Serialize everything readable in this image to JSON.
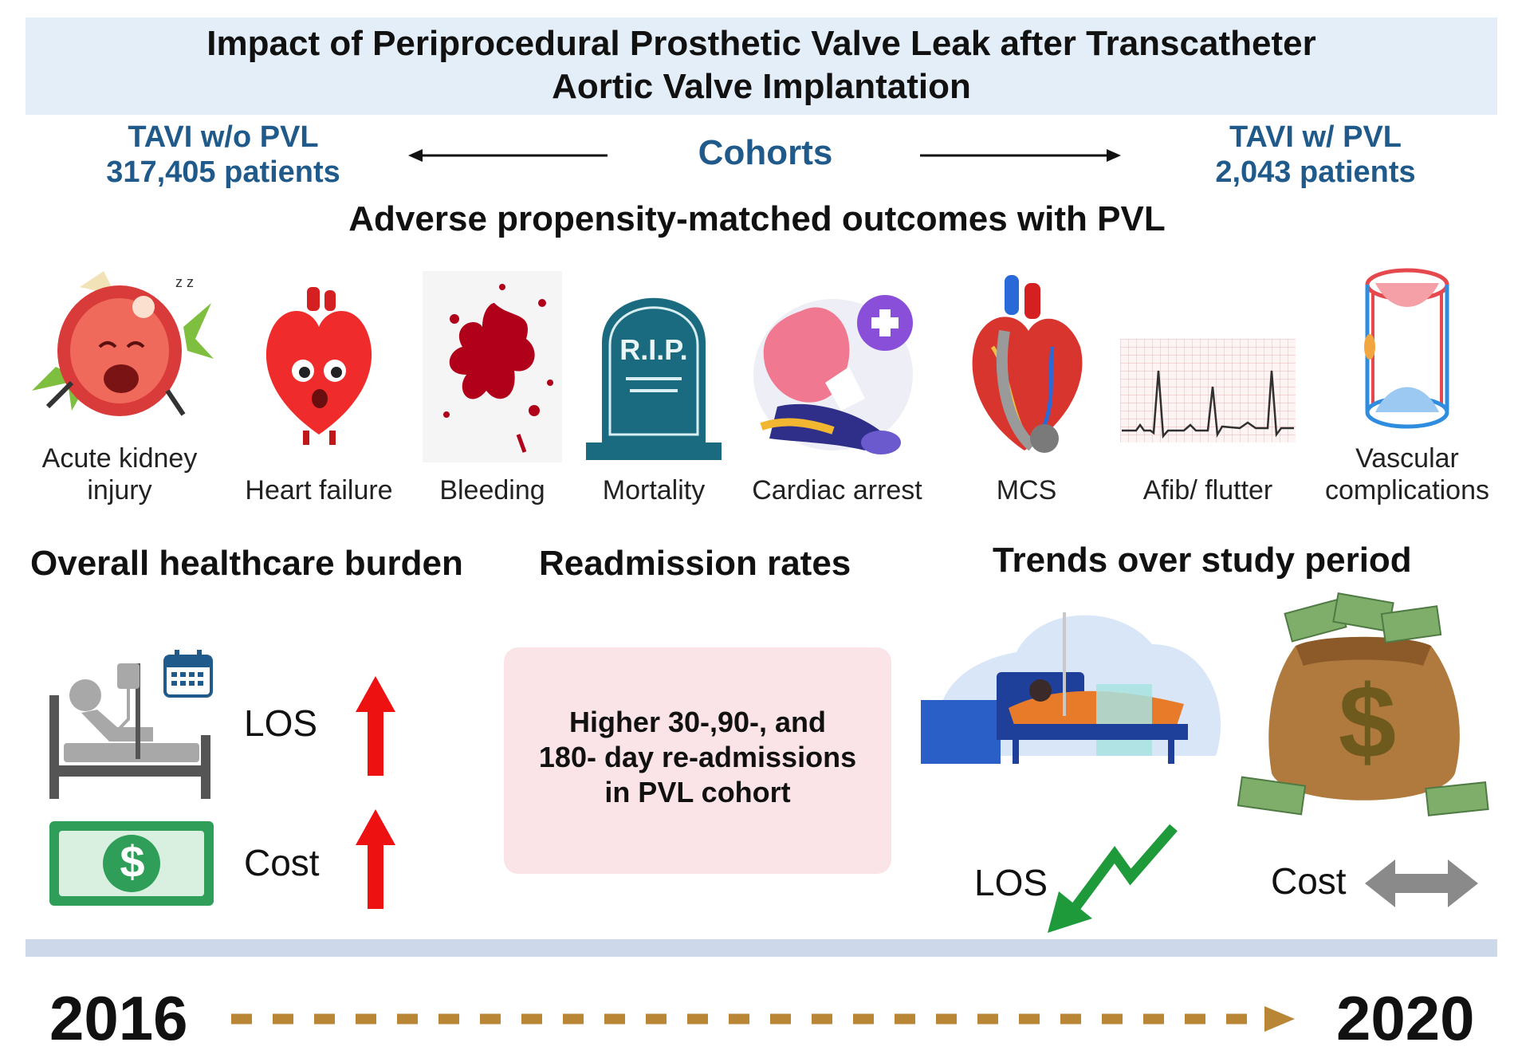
{
  "title": {
    "line1": "Impact of Periprocedural Prosthetic Valve Leak after Transcatheter",
    "line2": "Aortic Valve Implantation"
  },
  "cohorts": {
    "label": "Cohorts",
    "left": {
      "name": "TAVI w/o PVL",
      "count": "317,405 patients"
    },
    "right": {
      "name": "TAVI w/ PVL",
      "count": "2,043 patients"
    }
  },
  "outcomes": {
    "heading": "Adverse propensity-matched outcomes with PVL",
    "items": [
      {
        "line1": "Acute kidney",
        "line2": "injury",
        "icon": "kidney-icon"
      },
      {
        "line1": "Heart failure",
        "icon": "heart-icon"
      },
      {
        "line1": "Bleeding",
        "icon": "blood-splatter-icon"
      },
      {
        "line1": "Mortality",
        "icon": "tombstone-icon"
      },
      {
        "line1": "Cardiac arrest",
        "icon": "cardiac-arrest-icon"
      },
      {
        "line1": "MCS",
        "icon": "mechanical-support-heart-icon"
      },
      {
        "line1": "Afib/ flutter",
        "icon": "ecg-icon"
      },
      {
        "line1": "Vascular",
        "line2": "complications",
        "icon": "vessel-icon"
      }
    ],
    "tombstone_text": "R.I.P."
  },
  "burden": {
    "heading": "Overall healthcare burden",
    "los_label": "LOS",
    "cost_label": "Cost",
    "currency_symbol": "$"
  },
  "readmission": {
    "heading": "Readmission rates",
    "line1": "Higher 30-,90-, and",
    "line2": "180- day re-admissions",
    "line3": "in PVL cohort"
  },
  "trends": {
    "heading": "Trends over study period",
    "los_label": "LOS",
    "cost_label": "Cost",
    "currency_symbol": "$"
  },
  "timeline": {
    "start": "2016",
    "end": "2020"
  },
  "colors": {
    "banner": "#e3eef8",
    "cohort_text": "#1f5a8a",
    "up_arrow": "#ee1111",
    "down_arrow": "#1e9a3a",
    "neutral_arrow": "#8a8a8a",
    "timeline_bar": "#cdd8ea",
    "timeline_dash": "#b88635",
    "readmit_box": "#fbe4e7",
    "money_green": "#2e9e58"
  }
}
